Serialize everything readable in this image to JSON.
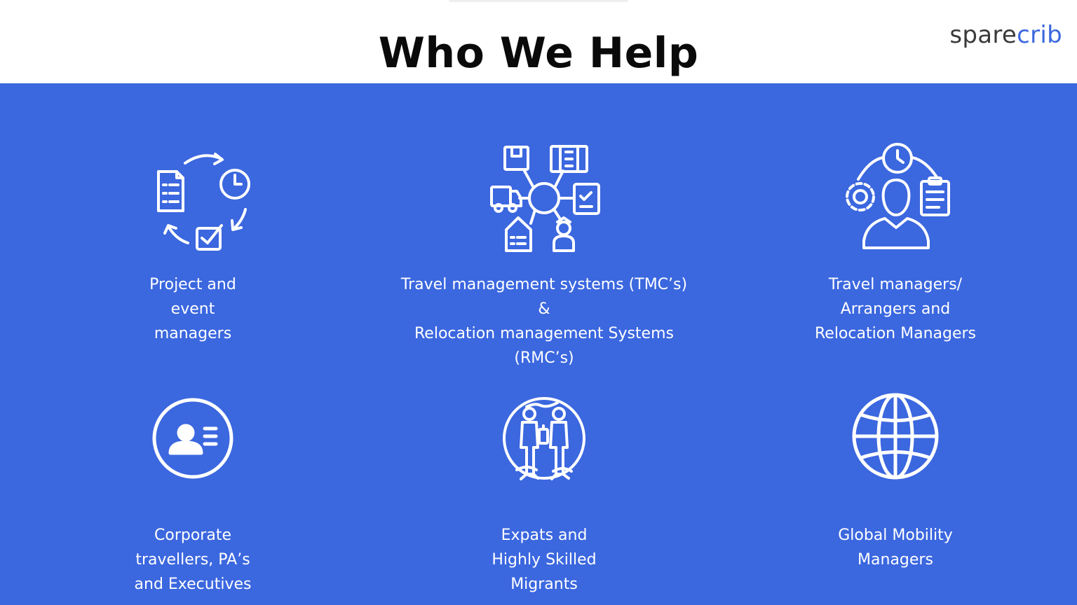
{
  "header": {
    "title": "Who We Help",
    "logo": {
      "part1": "spare",
      "part2": "crib"
    }
  },
  "colors": {
    "panel_background": "#3b67df",
    "logo_accent": "#3b67df",
    "title_text": "#0a0a0a",
    "label_text": "#ffffff"
  },
  "segments": [
    {
      "icon": "workflow-cycle-icon",
      "lines": [
        "Project and",
        "event",
        "managers"
      ]
    },
    {
      "icon": "network-hub-icon",
      "lines": [
        "Travel management systems (TMC’s)",
        "&",
        "Relocation management Systems",
        "(RMC’s)"
      ]
    },
    {
      "icon": "manager-tasks-icon",
      "lines": [
        "Travel managers/",
        "Arrangers and",
        "Relocation Managers"
      ]
    },
    {
      "icon": "id-card-icon",
      "lines": [
        "Corporate",
        "travellers, PA’s",
        "and Executives"
      ]
    },
    {
      "icon": "migrants-globe-icon",
      "lines": [
        "Expats and",
        "Highly Skilled",
        "Migrants"
      ]
    },
    {
      "icon": "globe-icon",
      "lines": [
        "Global Mobility",
        "Managers"
      ]
    }
  ]
}
